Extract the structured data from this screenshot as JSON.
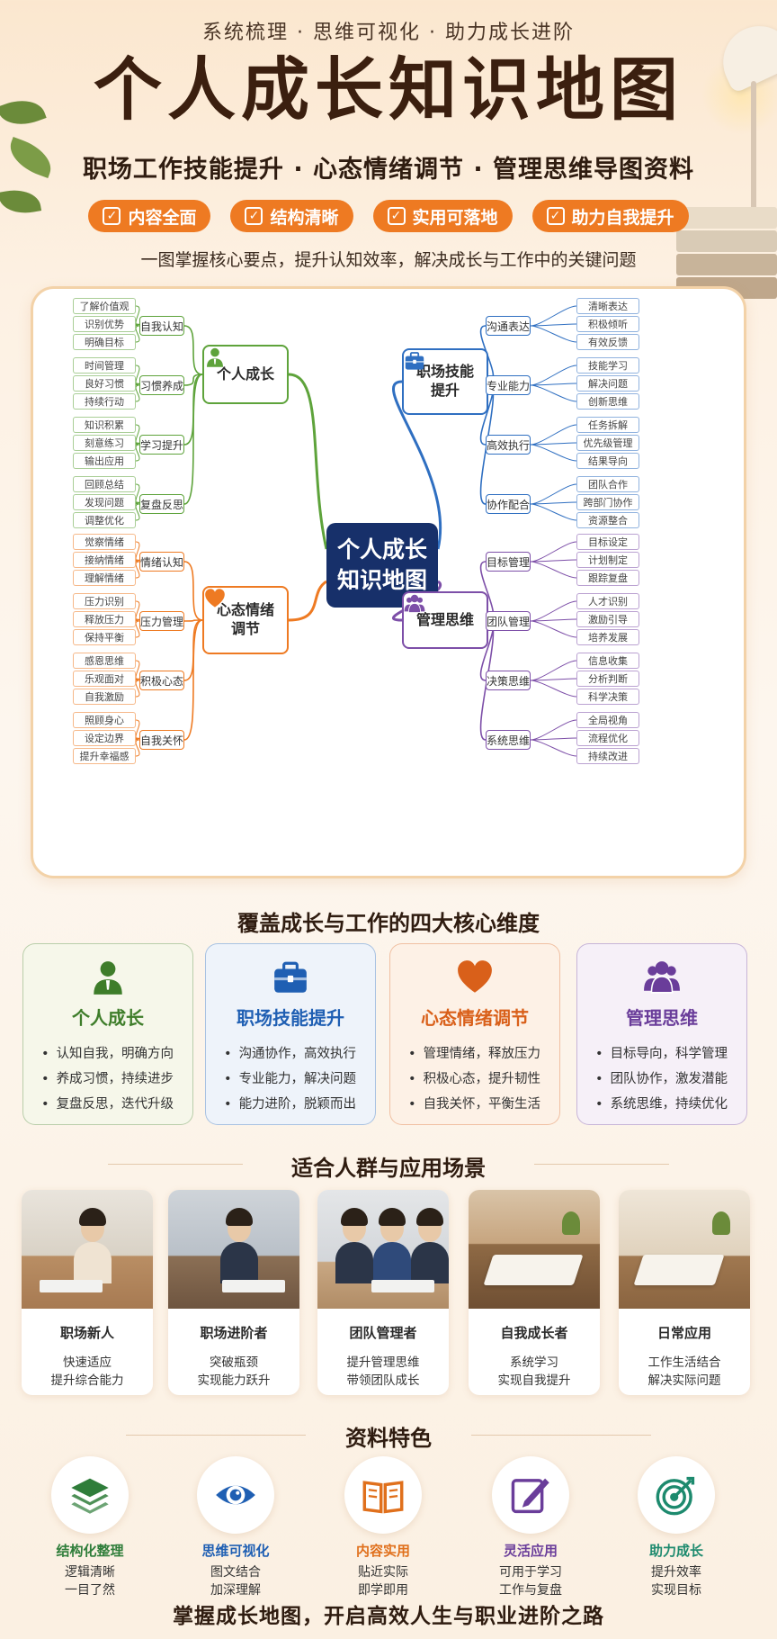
{
  "header": {
    "tagline": "系统梳理 · 思维可视化 · 助力成长进阶",
    "title": "个人成长知识地图",
    "subtitle": "职场工作技能提升 · 心态情绪调节 · 管理思维导图资料",
    "pills": [
      "内容全面",
      "结构清晰",
      "实用可落地",
      "助力自我提升"
    ],
    "intro": "一图掌握核心要点，提升认知效率，解决成长与工作中的关键问题"
  },
  "mindmap": {
    "center": [
      "个人成长",
      "知识地图"
    ],
    "branches": [
      {
        "key": "growth",
        "name": [
          "个人成长"
        ],
        "color": "#5ea33b",
        "subs": [
          {
            "name": "自我认知",
            "leaves": [
              "了解价值观",
              "识别优势",
              "明确目标"
            ]
          },
          {
            "name": "习惯养成",
            "leaves": [
              "时间管理",
              "良好习惯",
              "持续行动"
            ]
          },
          {
            "name": "学习提升",
            "leaves": [
              "知识积累",
              "刻意练习",
              "输出应用"
            ]
          },
          {
            "name": "复盘反思",
            "leaves": [
              "回顾总结",
              "发现问题",
              "调整优化"
            ]
          }
        ]
      },
      {
        "key": "skills",
        "name": [
          "职场技能",
          "提升"
        ],
        "color": "#2f6fc1",
        "subs": [
          {
            "name": "沟通表达",
            "leaves": [
              "清晰表达",
              "积极倾听",
              "有效反馈"
            ]
          },
          {
            "name": "专业能力",
            "leaves": [
              "技能学习",
              "解决问题",
              "创新思维"
            ]
          },
          {
            "name": "高效执行",
            "leaves": [
              "任务拆解",
              "优先级管理",
              "结果导向"
            ]
          },
          {
            "name": "协作配合",
            "leaves": [
              "团队合作",
              "跨部门协作",
              "资源整合"
            ]
          }
        ]
      },
      {
        "key": "mindset",
        "name": [
          "心态情绪",
          "调节"
        ],
        "color": "#ee7a22",
        "subs": [
          {
            "name": "情绪认知",
            "leaves": [
              "觉察情绪",
              "接纳情绪",
              "理解情绪"
            ]
          },
          {
            "name": "压力管理",
            "leaves": [
              "压力识别",
              "释放压力",
              "保持平衡"
            ]
          },
          {
            "name": "积极心态",
            "leaves": [
              "感恩思维",
              "乐观面对",
              "自我激励"
            ]
          },
          {
            "name": "自我关怀",
            "leaves": [
              "照顾身心",
              "设定边界",
              "提升幸福感"
            ]
          }
        ]
      },
      {
        "key": "management",
        "name": [
          "管理思维"
        ],
        "color": "#7d4fa8",
        "subs": [
          {
            "name": "目标管理",
            "leaves": [
              "目标设定",
              "计划制定",
              "跟踪复盘"
            ]
          },
          {
            "name": "团队管理",
            "leaves": [
              "人才识别",
              "激励引导",
              "培养发展"
            ]
          },
          {
            "name": "决策思维",
            "leaves": [
              "信息收集",
              "分析判断",
              "科学决策"
            ]
          },
          {
            "name": "系统思维",
            "leaves": [
              "全局视角",
              "流程优化",
              "持续改进"
            ]
          }
        ]
      }
    ]
  },
  "dimensions": {
    "title": "覆盖成长与工作的四大核心维度",
    "cards": [
      {
        "name": "个人成长",
        "icon": "person-icon",
        "color": "#3e7d2a",
        "bg": "#f6f7ea",
        "items": [
          "认知自我，明确方向",
          "养成习惯，持续进步",
          "复盘反思，迭代升级"
        ]
      },
      {
        "name": "职场技能提升",
        "icon": "briefcase-icon",
        "color": "#1f5fb3",
        "bg": "#eef3fa",
        "items": [
          "沟通协作，高效执行",
          "专业能力，解决问题",
          "能力进阶，脱颖而出"
        ]
      },
      {
        "name": "心态情绪调节",
        "icon": "heart-icon",
        "color": "#d9601a",
        "bg": "#fdf1e6",
        "items": [
          "管理情绪，释放压力",
          "积极心态，提升韧性",
          "自我关怀，平衡生活"
        ]
      },
      {
        "name": "管理思维",
        "icon": "team-icon",
        "color": "#6a3d9a",
        "bg": "#f6f0f8",
        "items": [
          "目标导向，科学管理",
          "团队协作，激发潜能",
          "系统思维，持续优化"
        ]
      }
    ]
  },
  "scenarios": {
    "title": "适合人群与应用场景",
    "cards": [
      {
        "name": "职场新人",
        "desc": [
          "快速适应",
          "提升综合能力"
        ]
      },
      {
        "name": "职场进阶者",
        "desc": [
          "突破瓶颈",
          "实现能力跃升"
        ]
      },
      {
        "name": "团队管理者",
        "desc": [
          "提升管理思维",
          "带领团队成长"
        ]
      },
      {
        "name": "自我成长者",
        "desc": [
          "系统学习",
          "实现自我提升"
        ]
      },
      {
        "name": "日常应用",
        "desc": [
          "工作生活结合",
          "解决实际问题"
        ]
      }
    ]
  },
  "features": {
    "title": "资料特色",
    "items": [
      {
        "name": "结构化整理",
        "icon": "layers-icon",
        "color": "#2f7d3a",
        "desc": [
          "逻辑清晰",
          "一目了然"
        ]
      },
      {
        "name": "思维可视化",
        "icon": "eye-icon",
        "color": "#1f5fb3",
        "desc": [
          "图文结合",
          "加深理解"
        ]
      },
      {
        "name": "内容实用",
        "icon": "book-icon",
        "color": "#e0701c",
        "desc": [
          "贴近实际",
          "即学即用"
        ]
      },
      {
        "name": "灵活应用",
        "icon": "edit-icon",
        "color": "#6a3d9a",
        "desc": [
          "可用于学习",
          "工作与复盘"
        ]
      },
      {
        "name": "助力成长",
        "icon": "target-icon",
        "color": "#1d8a6e",
        "desc": [
          "提升效率",
          "实现目标"
        ]
      }
    ]
  },
  "footer": "掌握成长地图，开启高效人生与职业进阶之路"
}
